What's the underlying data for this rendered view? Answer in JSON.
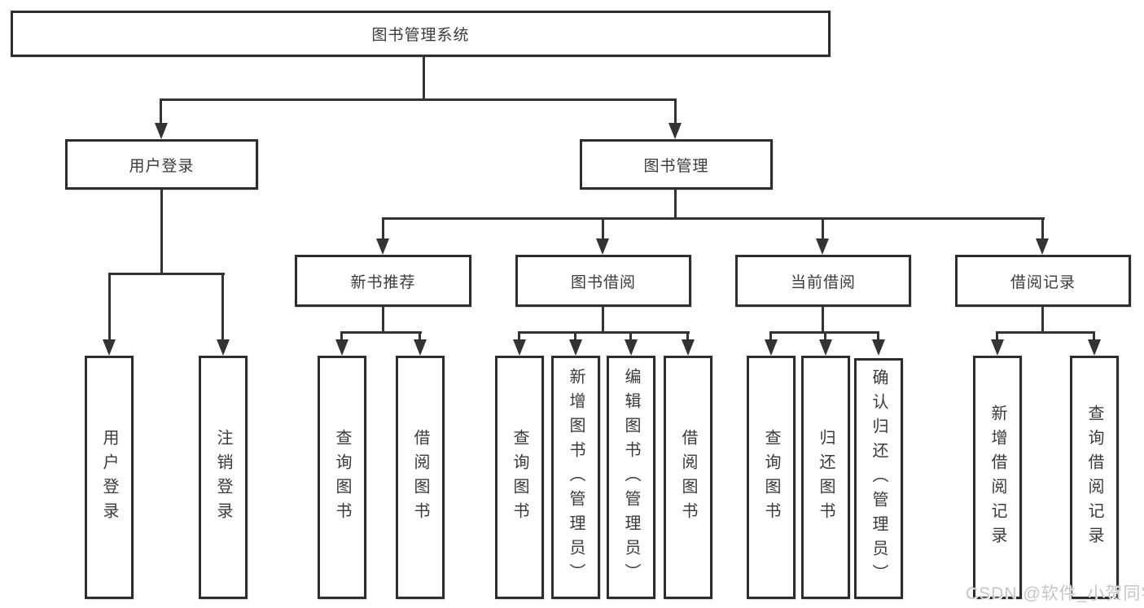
{
  "diagram": {
    "root": {
      "label": "图书管理系统"
    },
    "level2": [
      {
        "label": "用户登录",
        "children": [
          {
            "label": "用户登录"
          },
          {
            "label": "注销登录"
          }
        ]
      },
      {
        "label": "图书管理"
      }
    ],
    "level3": [
      {
        "label": "新书推荐",
        "children": [
          {
            "label": "查询图书"
          },
          {
            "label": "借阅图书"
          }
        ]
      },
      {
        "label": "图书借阅",
        "children": [
          {
            "label": "查询图书"
          },
          {
            "label": "新增图书（管理员）"
          },
          {
            "label": "编辑图书（管理员）"
          },
          {
            "label": "借阅图书"
          }
        ]
      },
      {
        "label": "当前借阅",
        "children": [
          {
            "label": "查询图书"
          },
          {
            "label": "归还图书"
          },
          {
            "label": "确认归还（管理员）"
          }
        ]
      },
      {
        "label": "借阅记录",
        "children": [
          {
            "label": "新增借阅记录"
          },
          {
            "label": "查询借阅记录"
          }
        ]
      }
    ]
  },
  "watermark": {
    "text": "CSDN @软件_小贺同学"
  },
  "colors": {
    "line": "#333333",
    "border": "#2e2e2e",
    "text": "#3a3a3a",
    "watermark": "#c6c6c6",
    "background": "#ffffff"
  }
}
